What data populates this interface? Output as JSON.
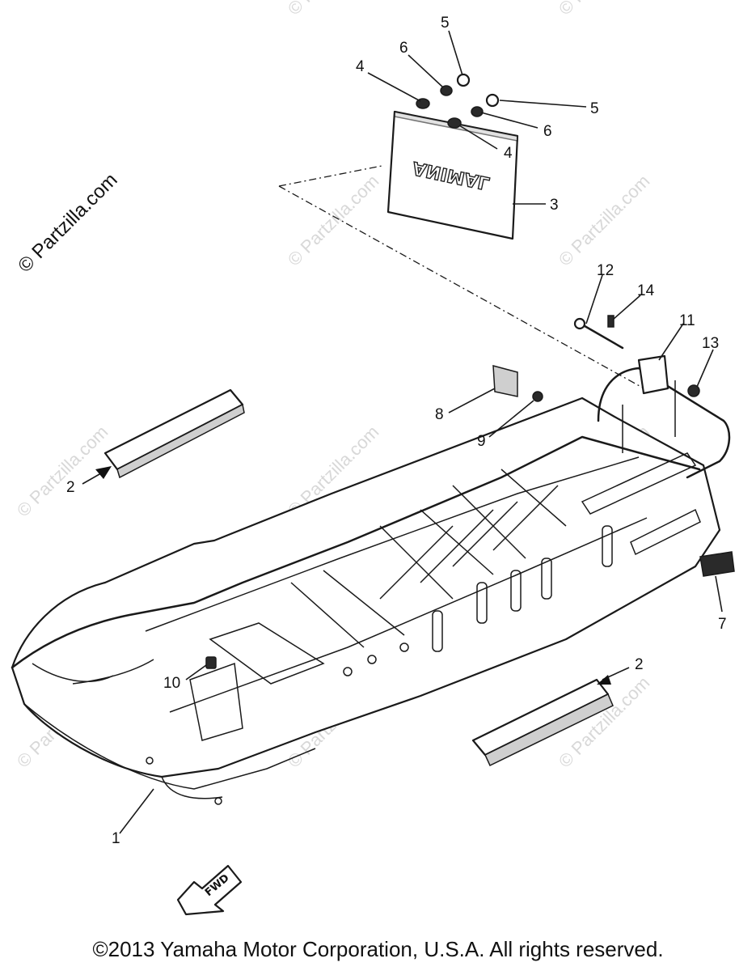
{
  "watermark": "© Partzilla.com",
  "plate_text": "ANIMAL",
  "fwd_label": "FWD",
  "callouts": {
    "c1": "1",
    "c2a": "2",
    "c2b": "2",
    "c3": "3",
    "c4a": "4",
    "c4b": "4",
    "c5a": "5",
    "c5b": "5",
    "c6a": "6",
    "c6b": "6",
    "c7": "7",
    "c8": "8",
    "c9": "9",
    "c10": "10",
    "c11": "11",
    "c12": "12",
    "c13": "13",
    "c14": "14"
  },
  "copyright": "©2013 Yamaha Motor Corporation, U.S.A. All rights reserved."
}
